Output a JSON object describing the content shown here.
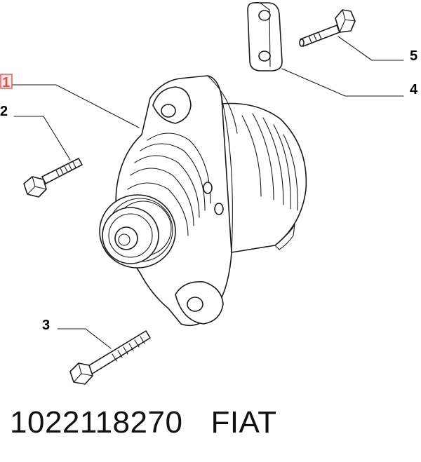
{
  "callouts": [
    {
      "id": "1",
      "label": "1",
      "highlight_color": "#d9534f"
    },
    {
      "id": "2",
      "label": "2"
    },
    {
      "id": "3",
      "label": "3"
    },
    {
      "id": "4",
      "label": "4"
    },
    {
      "id": "5",
      "label": "5"
    }
  ],
  "caption": {
    "part_number": "1022118270",
    "brand": "FIAT"
  }
}
